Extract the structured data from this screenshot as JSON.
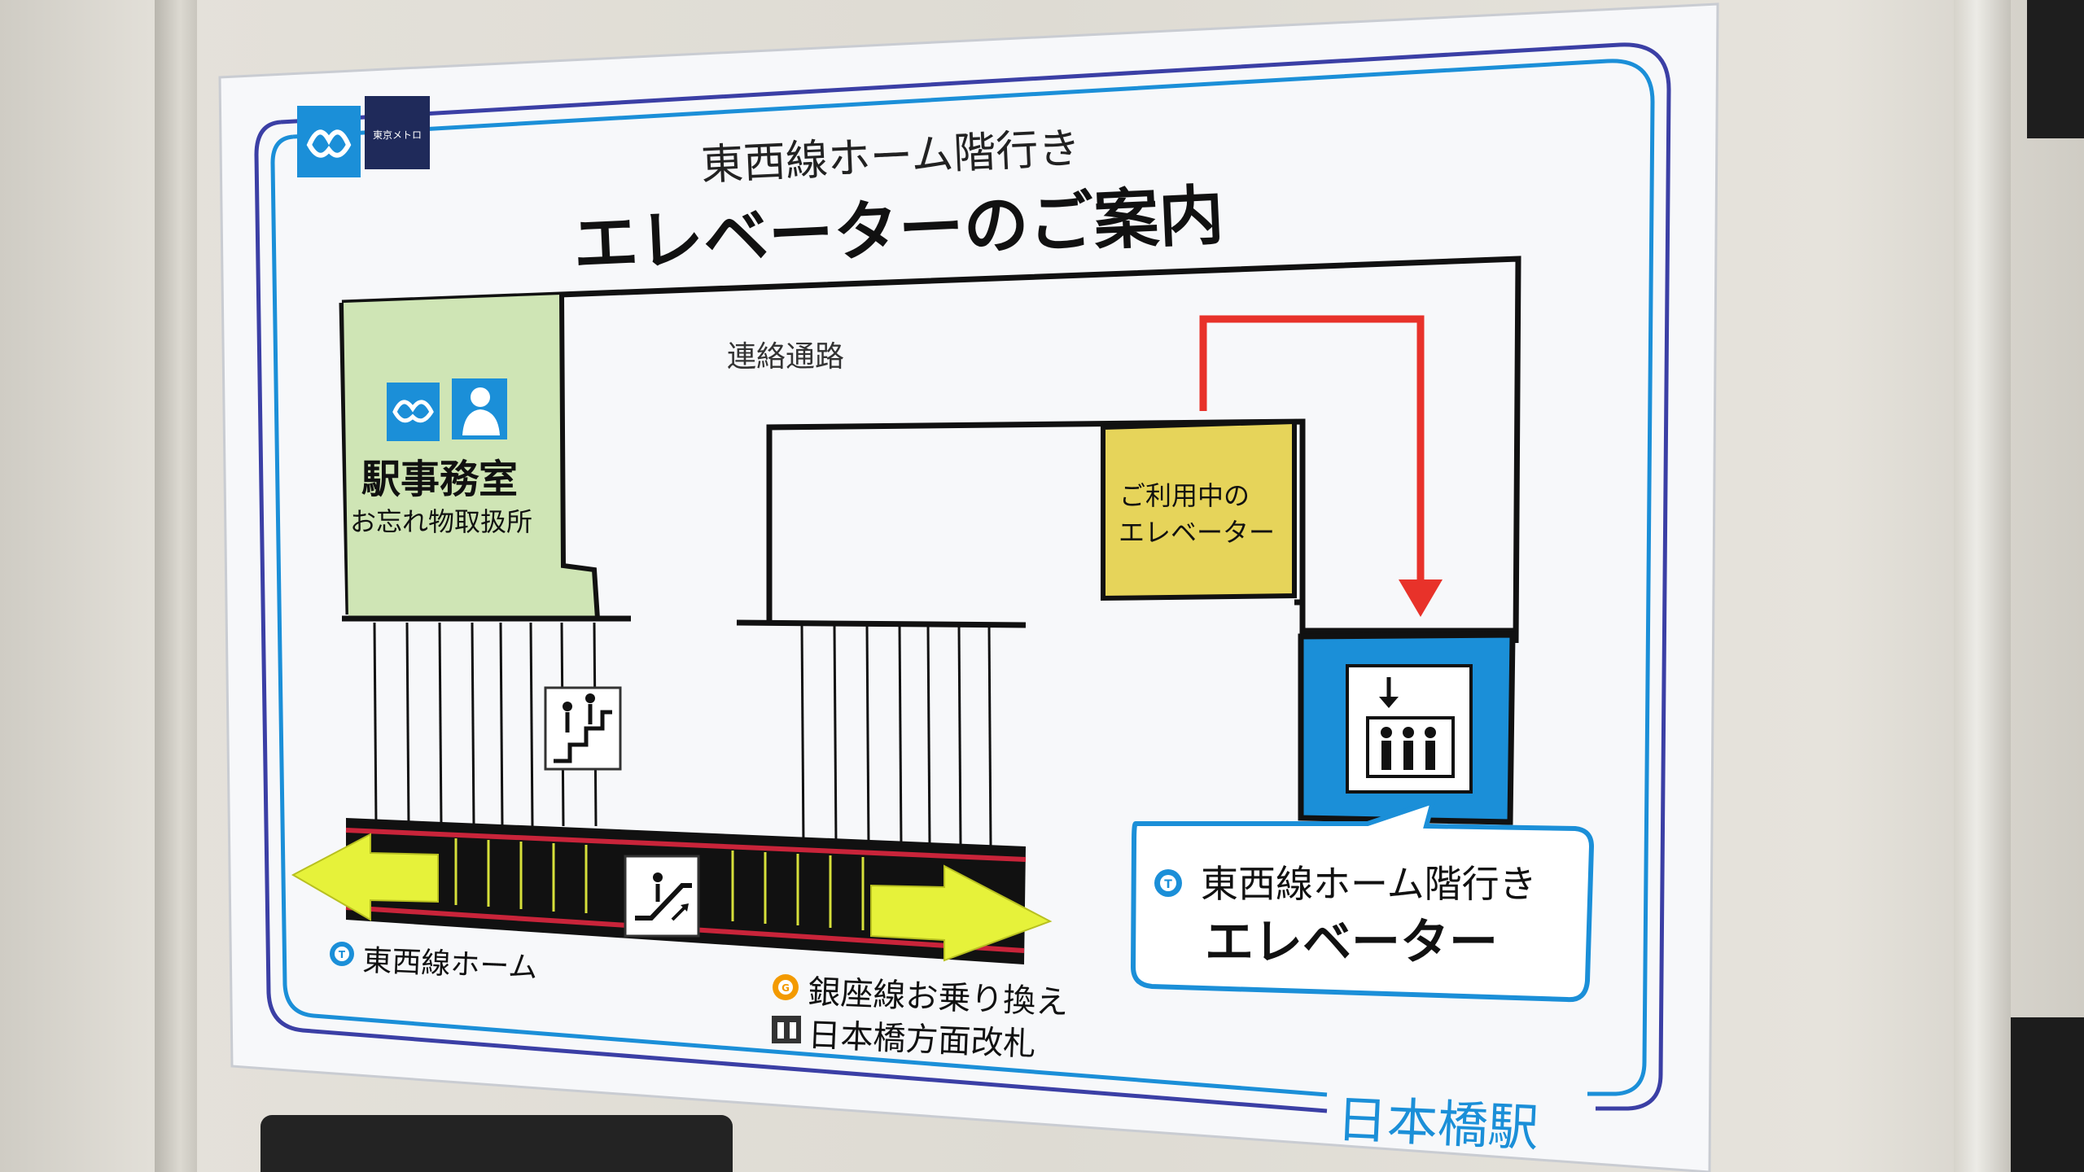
{
  "sign": {
    "subtitle": "東西線ホーム階行き",
    "title": "エレベーターのご案内",
    "logo_text": "東京メトロ",
    "station_name": "日本橋駅"
  },
  "map": {
    "corridor_label": "連絡通路",
    "office_label": "駅事務室",
    "office_sublabel": "お忘れ物取扱所",
    "occupied_elevator_label": [
      "ご利用中の",
      "エレベーター"
    ],
    "callout_line1": "東西線ホーム階行き",
    "callout_line2": "エレベーター",
    "tozai_platform_label": "東西線ホーム",
    "ginza_transfer_label": "銀座線お乗り換え",
    "gate_label": "日本橋方面改札",
    "tozai_line_badge": "T",
    "ginza_line_badge": "G"
  },
  "colors": {
    "metro_blue": "#1b8fd8",
    "route_red": "#e8322a",
    "office_green": "#cfe5b5",
    "elevator_yellow": "#e6d45a",
    "arrow_yellow": "#e6f23a",
    "ginza_orange": "#f39a00",
    "border_navy": "#3b3fa5"
  },
  "icons": {
    "stairs": "stairs-icon",
    "escalator": "escalator-icon",
    "elevator": "elevator-icon",
    "station_staff": "station-staff-icon",
    "metro_logo": "metro-logo-icon"
  }
}
